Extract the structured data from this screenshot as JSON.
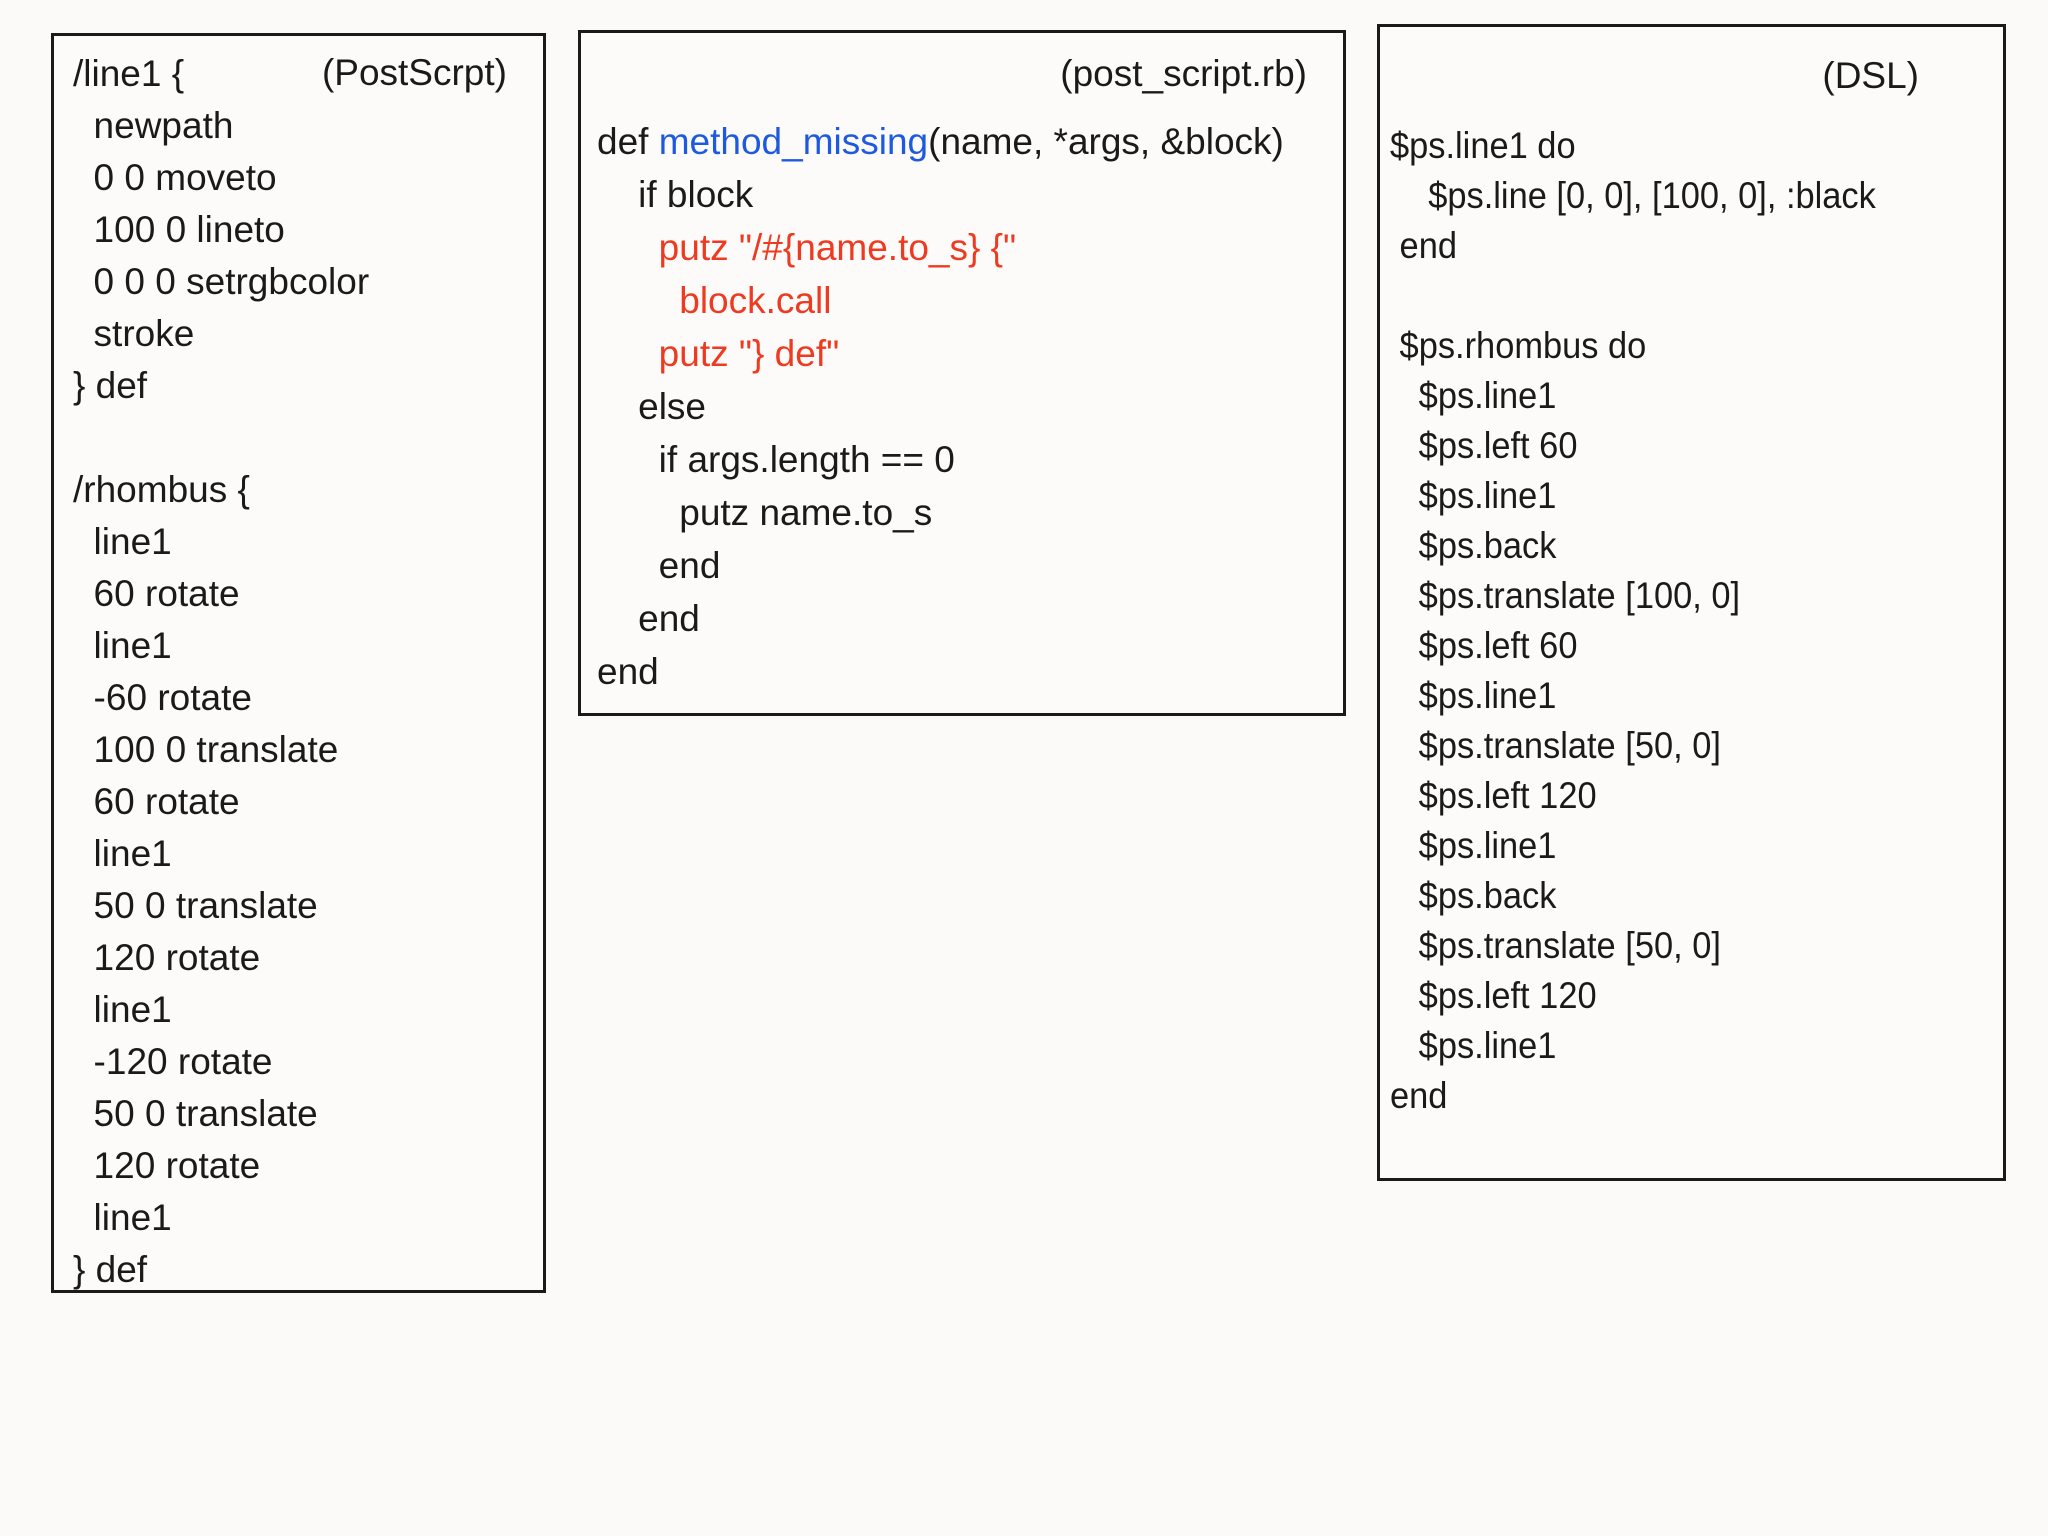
{
  "background": "#fbfaf8",
  "colors": {
    "ink": "#1a1a1a",
    "blue": "#1d5ae0",
    "red": "#ee3a21",
    "border": "#1a1a1a"
  },
  "boxes": {
    "postscript": {
      "title": "(PostScrpt)",
      "lines": [
        {
          "text": "/line1 {"
        },
        {
          "text": "  newpath"
        },
        {
          "text": "  0 0 moveto"
        },
        {
          "text": "  100 0 lineto"
        },
        {
          "text": "  0 0 0 setrgbcolor"
        },
        {
          "text": "  stroke"
        },
        {
          "text": "} def"
        },
        {
          "text": ""
        },
        {
          "text": "/rhombus {"
        },
        {
          "text": "  line1"
        },
        {
          "text": "  60 rotate"
        },
        {
          "text": "  line1"
        },
        {
          "text": "  -60 rotate"
        },
        {
          "text": "  100 0 translate"
        },
        {
          "text": "  60 rotate"
        },
        {
          "text": "  line1"
        },
        {
          "text": "  50 0 translate"
        },
        {
          "text": "  120 rotate"
        },
        {
          "text": "  line1"
        },
        {
          "text": "  -120 rotate"
        },
        {
          "text": "  50 0 translate"
        },
        {
          "text": "  120 rotate"
        },
        {
          "text": "  line1"
        },
        {
          "text": "} def"
        }
      ]
    },
    "ruby": {
      "title": "(post_script.rb)",
      "lines": [
        {
          "segments": [
            {
              "text": "def ",
              "color": "ink"
            },
            {
              "text": "method_missing",
              "color": "blue"
            },
            {
              "text": "(name, *args, &block)",
              "color": "ink"
            }
          ]
        },
        {
          "text": "    if block"
        },
        {
          "text": "      putz \"/#{name.to_s} {\"",
          "color": "red"
        },
        {
          "text": "        block.call",
          "color": "red"
        },
        {
          "text": "      putz \"} def\"",
          "color": "red"
        },
        {
          "text": "    else"
        },
        {
          "text": "      if args.length == 0"
        },
        {
          "text": "        putz name.to_s"
        },
        {
          "text": "      end"
        },
        {
          "text": "    end"
        },
        {
          "text": "end"
        }
      ]
    },
    "dsl": {
      "title": "(DSL)",
      "lines": [
        {
          "text": "$ps.line1 do"
        },
        {
          "text": "    $ps.line [0, 0], [100, 0], :black"
        },
        {
          "text": " end"
        },
        {
          "text": ""
        },
        {
          "text": " $ps.rhombus do"
        },
        {
          "text": "   $ps.line1"
        },
        {
          "text": "   $ps.left 60"
        },
        {
          "text": "   $ps.line1"
        },
        {
          "text": "   $ps.back"
        },
        {
          "text": "   $ps.translate [100, 0]"
        },
        {
          "text": "   $ps.left 60"
        },
        {
          "text": "   $ps.line1"
        },
        {
          "text": "   $ps.translate [50, 0]"
        },
        {
          "text": "   $ps.left 120"
        },
        {
          "text": "   $ps.line1"
        },
        {
          "text": "   $ps.back"
        },
        {
          "text": "   $ps.translate [50, 0]"
        },
        {
          "text": "   $ps.left 120"
        },
        {
          "text": "   $ps.line1"
        },
        {
          "text": "end"
        }
      ]
    }
  }
}
